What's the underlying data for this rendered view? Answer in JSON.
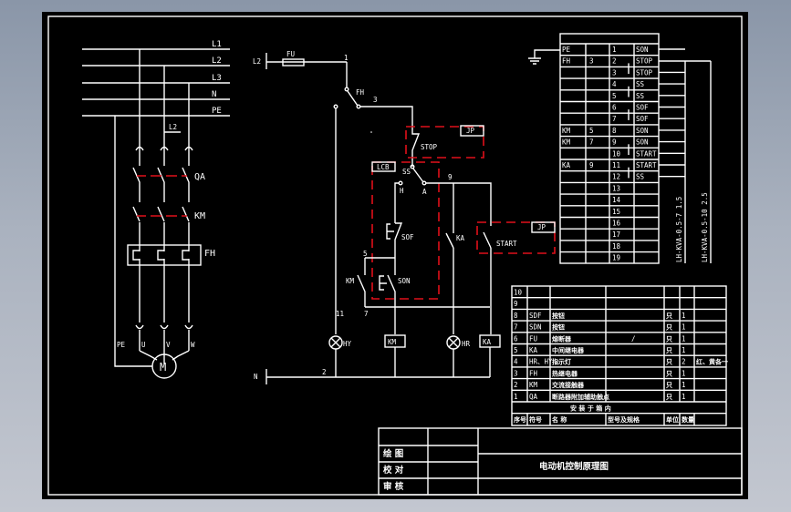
{
  "drawing": {
    "title": "电动机控制原理图",
    "background": {
      "canvas": "#000000",
      "line": "#ffffff",
      "dashed_box": "#e0101a"
    }
  },
  "power_circuit": {
    "bus_labels": [
      "L1",
      "L2",
      "L3",
      "N",
      "PE"
    ],
    "tap_label": "L2",
    "qa_label": "QA",
    "km_label": "KM",
    "fh_label": "FH",
    "motor_label": "M",
    "terminal_labels": [
      "PE",
      "U",
      "V",
      "W"
    ]
  },
  "control_circuit": {
    "l2_label": "L2",
    "n_label": "N",
    "fu_label": "FU",
    "fh_label": "FH",
    "nodes": {
      "n1": "1",
      "n3": "3",
      "n5": "5",
      "n7": "7",
      "n9": "9",
      "n11": "11",
      "n2": "2"
    },
    "stop_label": "STOP",
    "stop_box_tag": "JP",
    "lcb_tag": "LCB",
    "ss_label": "SS",
    "ss_pos_h": "H",
    "ss_pos_a": "A",
    "sof_label": "SOF",
    "son_label": "SON",
    "km_contact_label": "KM",
    "ka_contact_label": "KA",
    "start_label": "START",
    "start_box_tag": "JP",
    "hy_label": "HY",
    "km_coil_label": "KM",
    "hr_label": "HR",
    "ka_coil_label": "KA"
  },
  "terminal_table": {
    "rows": [
      {
        "a": "PE",
        "b": "",
        "n": "1",
        "sig": "SON"
      },
      {
        "a": "FH",
        "b": "3",
        "n": "2",
        "sig": "STOP"
      },
      {
        "a": "",
        "b": "",
        "n": "3",
        "sig": "STOP"
      },
      {
        "a": "",
        "b": "",
        "n": "4",
        "sig": "SS"
      },
      {
        "a": "",
        "b": "",
        "n": "5",
        "sig": "SS"
      },
      {
        "a": "",
        "b": "",
        "n": "6",
        "sig": "SOF"
      },
      {
        "a": "",
        "b": "",
        "n": "7",
        "sig": "SOF"
      },
      {
        "a": "KM",
        "b": "5",
        "n": "8",
        "sig": "SON"
      },
      {
        "a": "KM",
        "b": "7",
        "n": "9",
        "sig": "SON"
      },
      {
        "a": "",
        "b": "",
        "n": "10",
        "sig": "START"
      },
      {
        "a": "KA",
        "b": "9",
        "n": "11",
        "sig": "START"
      },
      {
        "a": "",
        "b": "",
        "n": "12",
        "sig": "SS"
      },
      {
        "a": "",
        "b": "",
        "n": "13",
        "sig": ""
      },
      {
        "a": "",
        "b": "",
        "n": "14",
        "sig": ""
      },
      {
        "a": "",
        "b": "",
        "n": "15",
        "sig": ""
      },
      {
        "a": "",
        "b": "",
        "n": "16",
        "sig": ""
      },
      {
        "a": "",
        "b": "",
        "n": "17",
        "sig": ""
      },
      {
        "a": "",
        "b": "",
        "n": "18",
        "sig": ""
      },
      {
        "a": "",
        "b": "",
        "n": "19",
        "sig": ""
      }
    ],
    "cable_labels": [
      "LH-KVA-0.5-7 1.5",
      "LH-KVA-0.5-10 2.5"
    ]
  },
  "bom": {
    "rows": [
      {
        "no": "10",
        "code": "",
        "name": "",
        "spec": "",
        "unit": "",
        "qty": "",
        "note": ""
      },
      {
        "no": "9",
        "code": "",
        "name": "",
        "spec": "",
        "unit": "",
        "qty": "",
        "note": ""
      },
      {
        "no": "8",
        "code": "SDF",
        "name": "按钮",
        "spec": "",
        "unit": "只",
        "qty": "1",
        "note": ""
      },
      {
        "no": "7",
        "code": "SDN",
        "name": "按钮",
        "spec": "",
        "unit": "只",
        "qty": "1",
        "note": ""
      },
      {
        "no": "6",
        "code": "FU",
        "name": "熔断器",
        "spec": "/",
        "unit": "只",
        "qty": "1",
        "note": ""
      },
      {
        "no": "5",
        "code": "KA",
        "name": "中间继电器",
        "spec": "",
        "unit": "只",
        "qty": "1",
        "note": ""
      },
      {
        "no": "4",
        "code": "HR、HY",
        "name": "指示灯",
        "spec": "",
        "unit": "只",
        "qty": "2",
        "note": "红、黄各一"
      },
      {
        "no": "3",
        "code": "FH",
        "name": "热继电器",
        "spec": "",
        "unit": "只",
        "qty": "1",
        "note": ""
      },
      {
        "no": "2",
        "code": "KM",
        "name": "交流接触器",
        "spec": "",
        "unit": "只",
        "qty": "1",
        "note": ""
      },
      {
        "no": "1",
        "code": "QA",
        "name": "断路器附加辅助触点",
        "spec": "",
        "unit": "只",
        "qty": "1",
        "note": ""
      }
    ],
    "section_title": "安 装 于 箱 内",
    "headers": [
      "序号",
      "符号",
      "名 称",
      "型号及规格",
      "单位",
      "数量",
      ""
    ]
  },
  "title_block": {
    "roles": [
      "绘 图",
      "校 对",
      "审 核"
    ],
    "drawing_name": "电动机控制原理图"
  }
}
